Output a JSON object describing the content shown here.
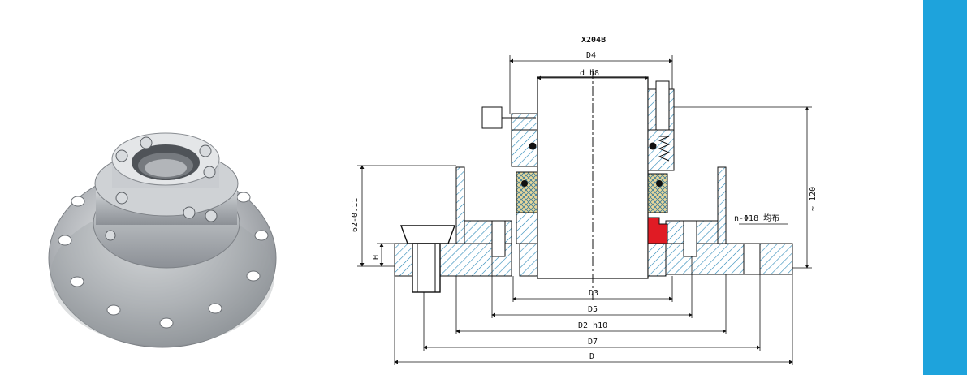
{
  "drawing": {
    "model": "X204B",
    "dims": {
      "d4": "D4",
      "d": "d h8",
      "d3": "D3",
      "d5": "D5",
      "d2": "D2 h10",
      "d7": "D7",
      "D": "D",
      "height": "~ 120",
      "holes": "n-Φ18 均布",
      "h": "H",
      "tol": "62-0.11"
    }
  },
  "colors": {
    "sidebar": "#1ea3dc",
    "hatch": "#2b88b8",
    "seal_red": "#e01b24",
    "packing": "#e8d79a"
  },
  "photo": {
    "icon": "mechanical-seal-flange-photo"
  }
}
